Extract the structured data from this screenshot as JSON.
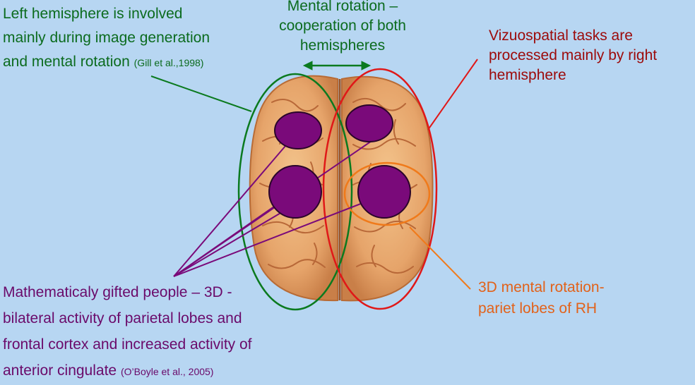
{
  "labels": {
    "left_hemisphere": {
      "line1": "Left hemisphere is involved",
      "line2": "mainly during image generation",
      "line3": "and mental rotation",
      "citation": "(Gill et al.,1998)"
    },
    "mental_rotation": {
      "line1": "Mental rotation –",
      "line2": "cooperation of both",
      "line3": "hemispheres"
    },
    "right_hemisphere": {
      "line1": "Vizuospatial tasks are",
      "line2": "processed mainly by right",
      "line3": "hemisphere"
    },
    "gifted": {
      "line1": "Mathematicaly gifted people – 3D -",
      "line2": "bilateral activity of parietal lobes and",
      "line3": "frontal cortex and increased activity of",
      "line4": "anterior cingulate",
      "citation": "(O’Boyle et al., 2005)"
    },
    "rh_3d": {
      "line1": "3D mental rotation-",
      "line2": "pariet lobes of RH"
    }
  },
  "colors": {
    "background": "#b7d6f2",
    "left_hemisphere": "#0b6b1e",
    "right_hemisphere": "#e01818",
    "gifted": "#6a0a6a",
    "rh_3d": "#f07a1a",
    "activation_spot": "#7a0a7a",
    "brain_base": "#e6a46a"
  }
}
